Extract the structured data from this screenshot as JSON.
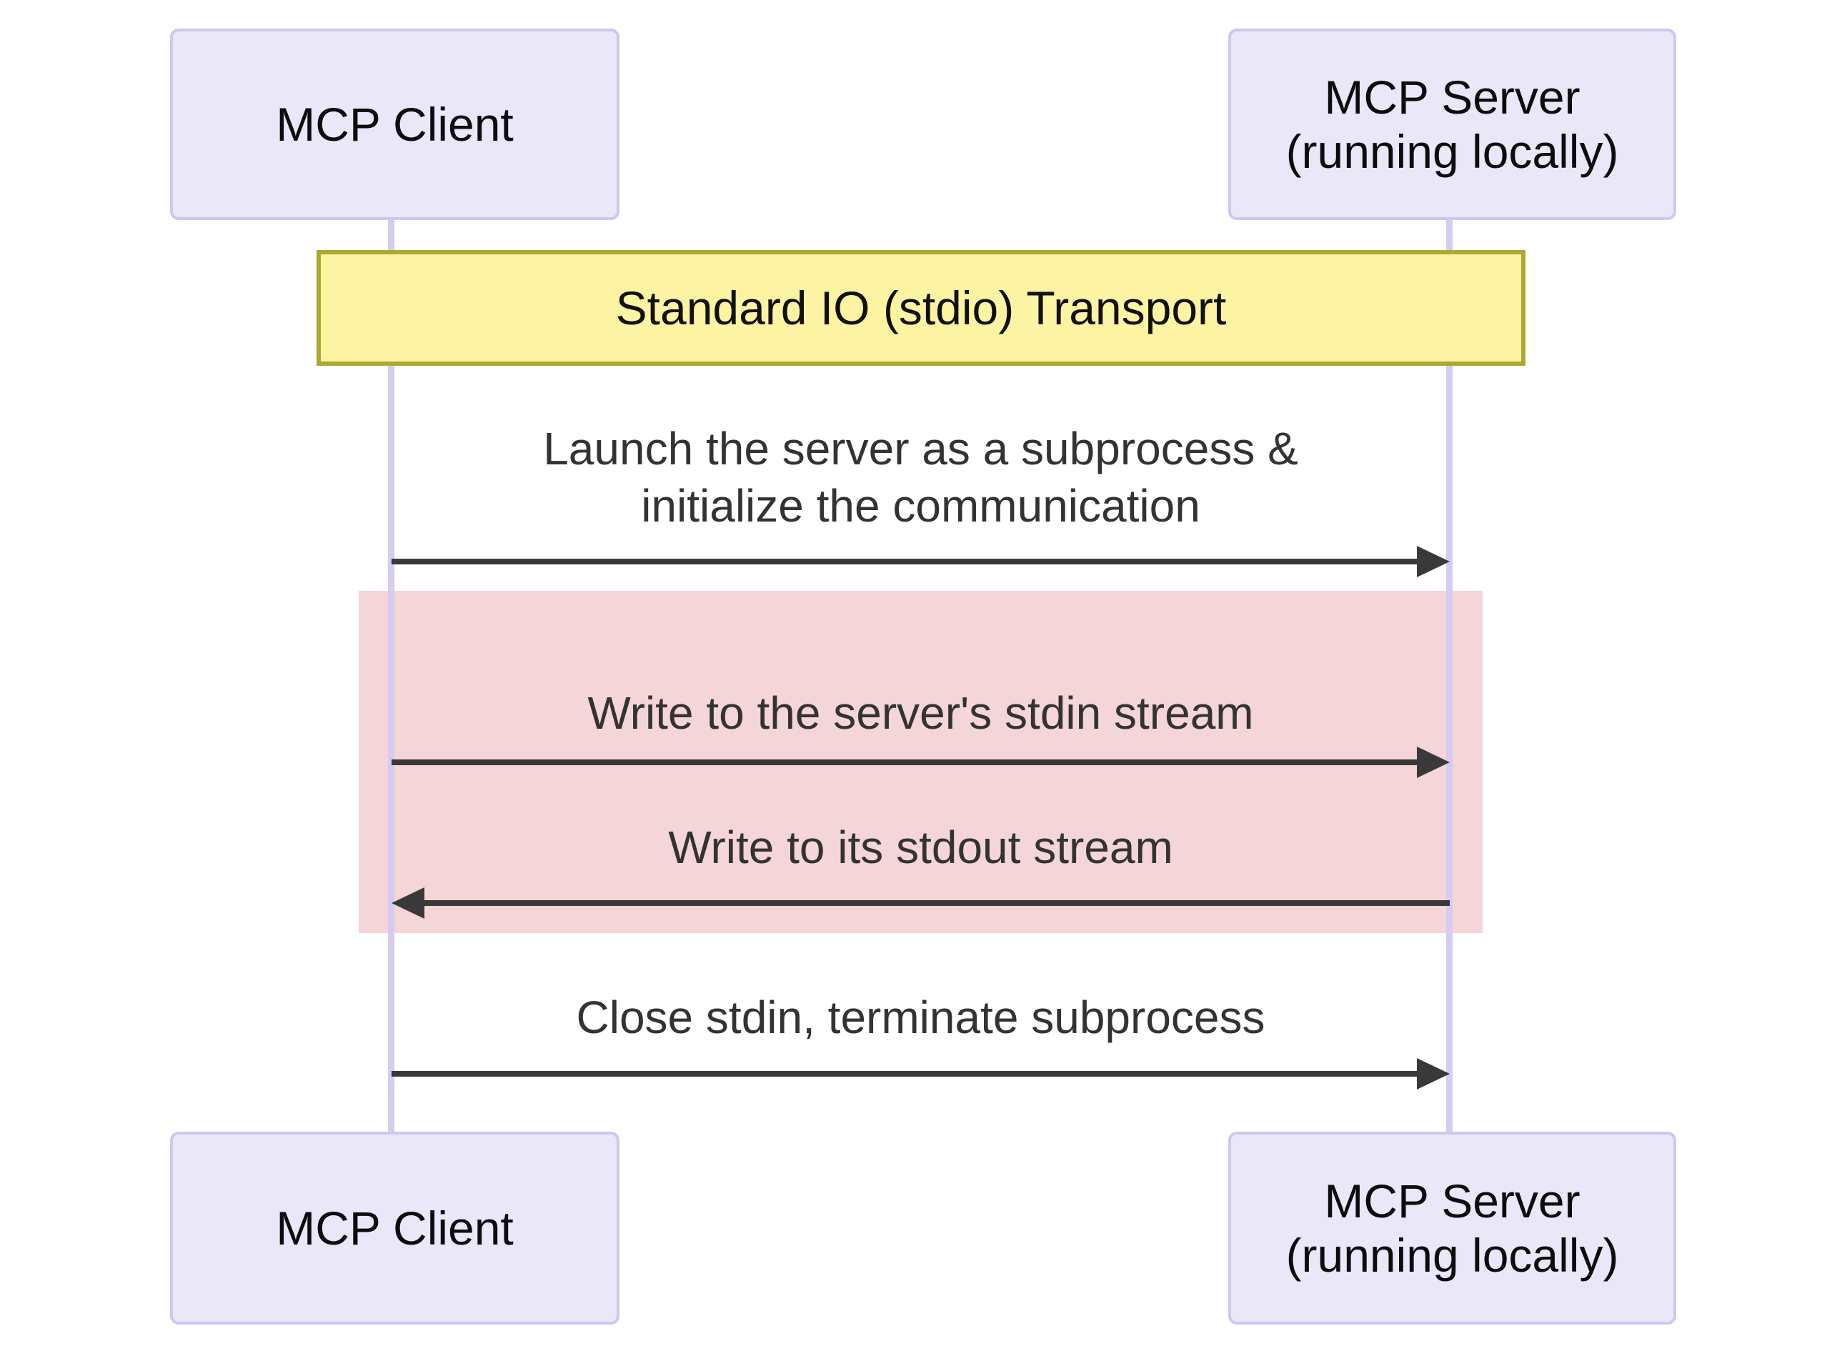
{
  "actors": {
    "client": "MCP Client",
    "server": "MCP Server\n(running locally)"
  },
  "note": {
    "label": "Standard IO (stdio) Transport"
  },
  "messages": [
    {
      "label": "Launch the server as a subprocess &\ninitialize the communication",
      "direction": "right"
    },
    {
      "label": "Write to the server's stdin stream",
      "direction": "right"
    },
    {
      "label": "Write to its stdout stream",
      "direction": "left"
    },
    {
      "label": "Close stdin, terminate subprocess",
      "direction": "right"
    }
  ],
  "colors": {
    "actor_fill": "#E9E7F8",
    "actor_border": "#D0C6EE",
    "lifeline": "#D5CCF0",
    "note_fill": "#FCF3A3",
    "note_border": "#AAAA33",
    "highlight_fill": "#F4D5D8",
    "arrow": "#393939",
    "message_text": "#333333"
  }
}
